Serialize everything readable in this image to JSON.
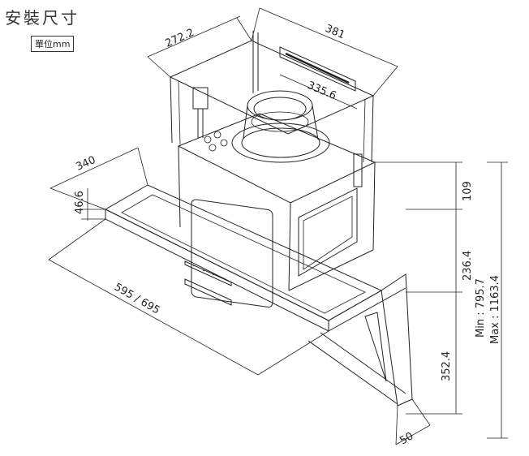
{
  "header": {
    "title": "安裝尺寸",
    "unit": "單位mm"
  },
  "dimensions": {
    "top_depth": "272.2",
    "top_width": "381",
    "outlet_diameter": "335.6",
    "hood_depth": "340",
    "front_edge_height": "46.6",
    "hood_width": "595 / 695",
    "body_top_height": "109",
    "body_mid_height": "236.4",
    "chimney_height": "Min : 795.7\nMax : 1163.4",
    "chimney_min": "Min : 795.7",
    "chimney_max": "Max : 1163.4",
    "base_height": "352.4",
    "back_offset": "50"
  }
}
